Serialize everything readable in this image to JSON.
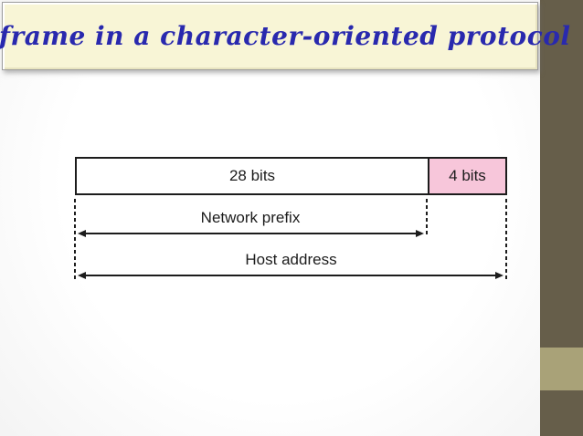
{
  "slide": {
    "title": "A frame in a character-oriented protocol"
  },
  "diagram": {
    "cells": [
      {
        "label": "28 bits",
        "bg": "#ffffff"
      },
      {
        "label": "4 bits",
        "bg": "#f7c6da"
      }
    ],
    "spans": [
      {
        "label": "Network prefix"
      },
      {
        "label": "Host address"
      }
    ]
  },
  "colors": {
    "title_text": "#2929ae",
    "title_panel_bg": "#f8f5d6",
    "highlight_cell_bg": "#f7c6da",
    "side_strip_dark": "#665e4a",
    "side_strip_light": "#a9a278",
    "diagram_line": "#1c1c1c"
  }
}
